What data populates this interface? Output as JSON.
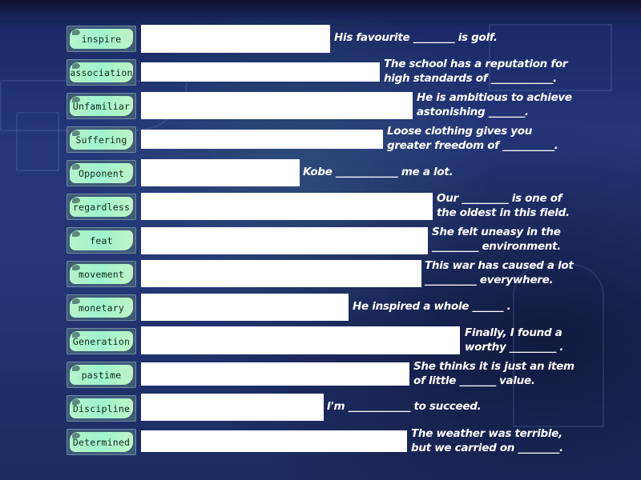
{
  "activity": {
    "labels": [
      "inspire",
      "association",
      "Unfamiliar",
      "Suffering",
      "Opponent",
      "regardless",
      "feat",
      "movement",
      "monetary",
      "Generation",
      "pastime",
      "Discipline",
      "Determined"
    ],
    "clues": [
      "His favourite ________ is golf.",
      "The school has a reputation for\nhigh standards of ____________.",
      "He is ambitious to achieve\nastonishing _______.",
      "Loose clothing gives you\ngreater freedom of __________.",
      "Kobe ____________ me a lot.",
      "Our _________ is one of\nthe oldest in this field.",
      "She felt uneasy in the\n_________ environment.",
      "This war has caused a lot\n__________ everywhere.",
      "He inspired a whole ______ .",
      "Finally, I found a\nworthy _________ .",
      "She thinks it is just an item\nof little _______ value.",
      "I'm ____________ to succeed.",
      "The weather was terrible,\nbut we carried on ________."
    ]
  },
  "colors": {
    "tile_fill": "#a8f4cc",
    "tile_border": "#6f8aa3",
    "tile_text": "#13261e",
    "drop_box": "#ffffff",
    "clue_text": "#ffffff",
    "background": "#25377a"
  }
}
